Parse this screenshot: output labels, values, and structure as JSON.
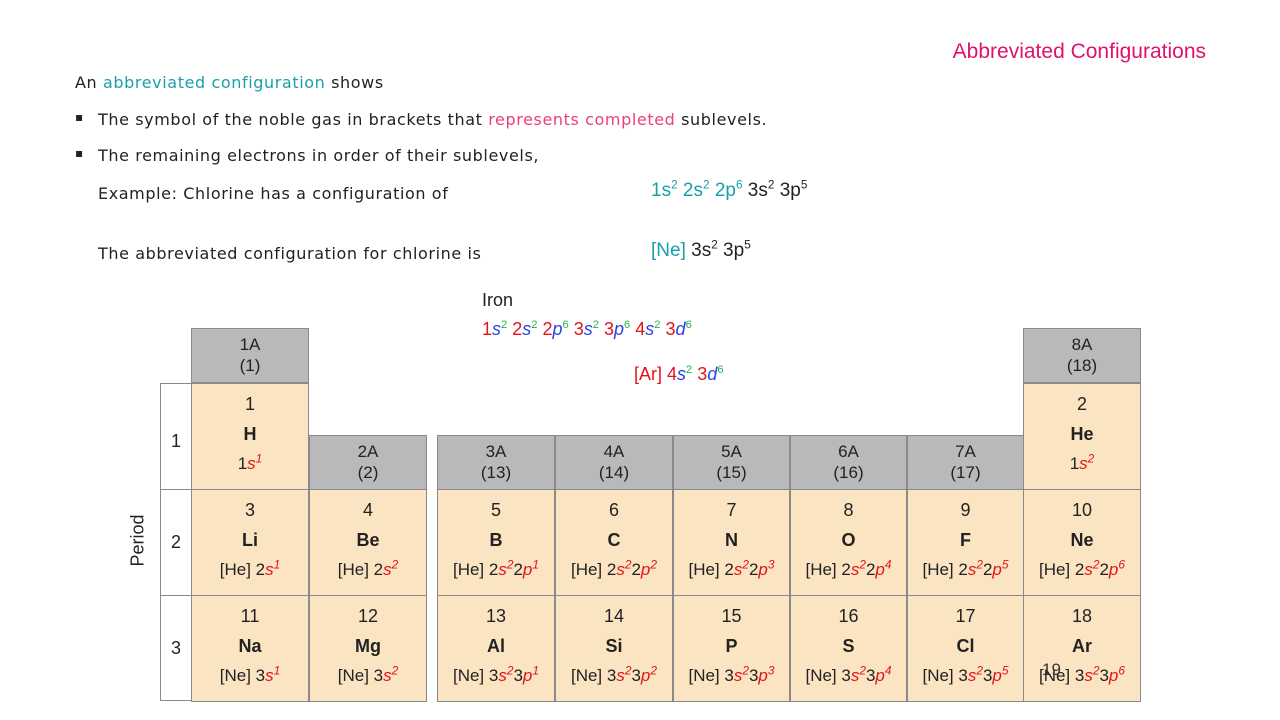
{
  "slide": {
    "title": "Abbreviated Configurations",
    "page_number": "19"
  },
  "intro": {
    "prefix": "An ",
    "highlight": "abbreviated configuration",
    "suffix": " shows"
  },
  "bullets": [
    {
      "before": "The symbol of the noble gas in brackets that ",
      "highlight": "represents completed",
      "after": " sublevels."
    },
    {
      "text": "The remaining electrons in order of their sublevels,"
    }
  ],
  "example": {
    "label": "Example: Chlorine has a configuration of",
    "config": [
      {
        "sub": "1s",
        "exp": "2",
        "color": "teal"
      },
      {
        "sub": "2s",
        "exp": "2",
        "color": "teal"
      },
      {
        "sub": "2p",
        "exp": "6",
        "color": "teal"
      },
      {
        "sub": "3s",
        "exp": "2",
        "color": "dark"
      },
      {
        "sub": "3p",
        "exp": "5",
        "color": "dark"
      }
    ],
    "abbrev_label": "The abbreviated configuration for chlorine is",
    "abbrev_core": "[Ne]",
    "abbrev_rest": [
      {
        "sub": "3s",
        "exp": "2"
      },
      {
        "sub": "3p",
        "exp": "5"
      }
    ]
  },
  "iron": {
    "label": "Iron",
    "config": [
      {
        "n": "1",
        "l": "s",
        "exp": "2"
      },
      {
        "n": "2",
        "l": "s",
        "exp": "2"
      },
      {
        "n": "2",
        "l": "p",
        "exp": "6"
      },
      {
        "n": "3",
        "l": "s",
        "exp": "2"
      },
      {
        "n": "3",
        "l": "p",
        "exp": "6"
      },
      {
        "n": "4",
        "l": "s",
        "exp": "2"
      },
      {
        "n": "3",
        "l": "d",
        "exp": "6"
      }
    ],
    "abbrev_core": "[Ar]",
    "abbrev_rest": [
      {
        "n": "4",
        "l": "s",
        "exp": "2"
      },
      {
        "n": "3",
        "l": "d",
        "exp": "6"
      }
    ]
  },
  "table": {
    "period_label": "Period",
    "periods": [
      "1",
      "2",
      "3"
    ],
    "groups": [
      {
        "name": "1A",
        "num": "(1)"
      },
      {
        "name": "2A",
        "num": "(2)"
      },
      {
        "name": "3A",
        "num": "(13)"
      },
      {
        "name": "4A",
        "num": "(14)"
      },
      {
        "name": "5A",
        "num": "(15)"
      },
      {
        "name": "6A",
        "num": "(16)"
      },
      {
        "name": "7A",
        "num": "(17)"
      },
      {
        "name": "8A",
        "num": "(18)"
      }
    ],
    "elements": [
      {
        "num": "1",
        "sym": "H",
        "core": "",
        "parts": [
          {
            "t": "1",
            "e": "s",
            "sup": "1"
          }
        ]
      },
      {
        "num": "2",
        "sym": "He",
        "core": "",
        "parts": [
          {
            "t": "1",
            "e": "s",
            "sup": "2"
          }
        ]
      },
      {
        "num": "3",
        "sym": "Li",
        "core": "[He] 2",
        "parts": [
          {
            "t": "",
            "e": "s",
            "sup": "1"
          }
        ]
      },
      {
        "num": "4",
        "sym": "Be",
        "core": "[He] 2",
        "parts": [
          {
            "t": "",
            "e": "s",
            "sup": "2"
          }
        ]
      },
      {
        "num": "5",
        "sym": "B",
        "core": "[He] 2",
        "parts": [
          {
            "t": "",
            "e": "s",
            "sup": "2"
          },
          {
            "t": "2",
            "e": "p",
            "sup": "1"
          }
        ]
      },
      {
        "num": "6",
        "sym": "C",
        "core": "[He] 2",
        "parts": [
          {
            "t": "",
            "e": "s",
            "sup": "2"
          },
          {
            "t": "2",
            "e": "p",
            "sup": "2"
          }
        ]
      },
      {
        "num": "7",
        "sym": "N",
        "core": "[He] 2",
        "parts": [
          {
            "t": "",
            "e": "s",
            "sup": "2"
          },
          {
            "t": "2",
            "e": "p",
            "sup": "3"
          }
        ]
      },
      {
        "num": "8",
        "sym": "O",
        "core": "[He] 2",
        "parts": [
          {
            "t": "",
            "e": "s",
            "sup": "2"
          },
          {
            "t": "2",
            "e": "p",
            "sup": "4"
          }
        ]
      },
      {
        "num": "9",
        "sym": "F",
        "core": "[He] 2",
        "parts": [
          {
            "t": "",
            "e": "s",
            "sup": "2"
          },
          {
            "t": "2",
            "e": "p",
            "sup": "5"
          }
        ]
      },
      {
        "num": "10",
        "sym": "Ne",
        "core": "[He] 2",
        "parts": [
          {
            "t": "",
            "e": "s",
            "sup": "2"
          },
          {
            "t": "2",
            "e": "p",
            "sup": "6"
          }
        ]
      },
      {
        "num": "11",
        "sym": "Na",
        "core": "[Ne] 3",
        "parts": [
          {
            "t": "",
            "e": "s",
            "sup": "1"
          }
        ]
      },
      {
        "num": "12",
        "sym": "Mg",
        "core": "[Ne] 3",
        "parts": [
          {
            "t": "",
            "e": "s",
            "sup": "2"
          }
        ]
      },
      {
        "num": "13",
        "sym": "Al",
        "core": "[Ne] 3",
        "parts": [
          {
            "t": "",
            "e": "s",
            "sup": "2"
          },
          {
            "t": "3",
            "e": "p",
            "sup": "1"
          }
        ]
      },
      {
        "num": "14",
        "sym": "Si",
        "core": "[Ne] 3",
        "parts": [
          {
            "t": "",
            "e": "s",
            "sup": "2"
          },
          {
            "t": "3",
            "e": "p",
            "sup": "2"
          }
        ]
      },
      {
        "num": "15",
        "sym": "P",
        "core": "[Ne] 3",
        "parts": [
          {
            "t": "",
            "e": "s",
            "sup": "2"
          },
          {
            "t": "3",
            "e": "p",
            "sup": "3"
          }
        ]
      },
      {
        "num": "16",
        "sym": "S",
        "core": "[Ne] 3",
        "parts": [
          {
            "t": "",
            "e": "s",
            "sup": "2"
          },
          {
            "t": "3",
            "e": "p",
            "sup": "4"
          }
        ]
      },
      {
        "num": "17",
        "sym": "Cl",
        "core": "[Ne] 3",
        "parts": [
          {
            "t": "",
            "e": "s",
            "sup": "2"
          },
          {
            "t": "3",
            "e": "p",
            "sup": "5"
          }
        ]
      },
      {
        "num": "18",
        "sym": "Ar",
        "core": "[Ne] 3",
        "parts": [
          {
            "t": "",
            "e": "s",
            "sup": "2"
          },
          {
            "t": "3",
            "e": "p",
            "sup": "6"
          }
        ]
      }
    ]
  }
}
